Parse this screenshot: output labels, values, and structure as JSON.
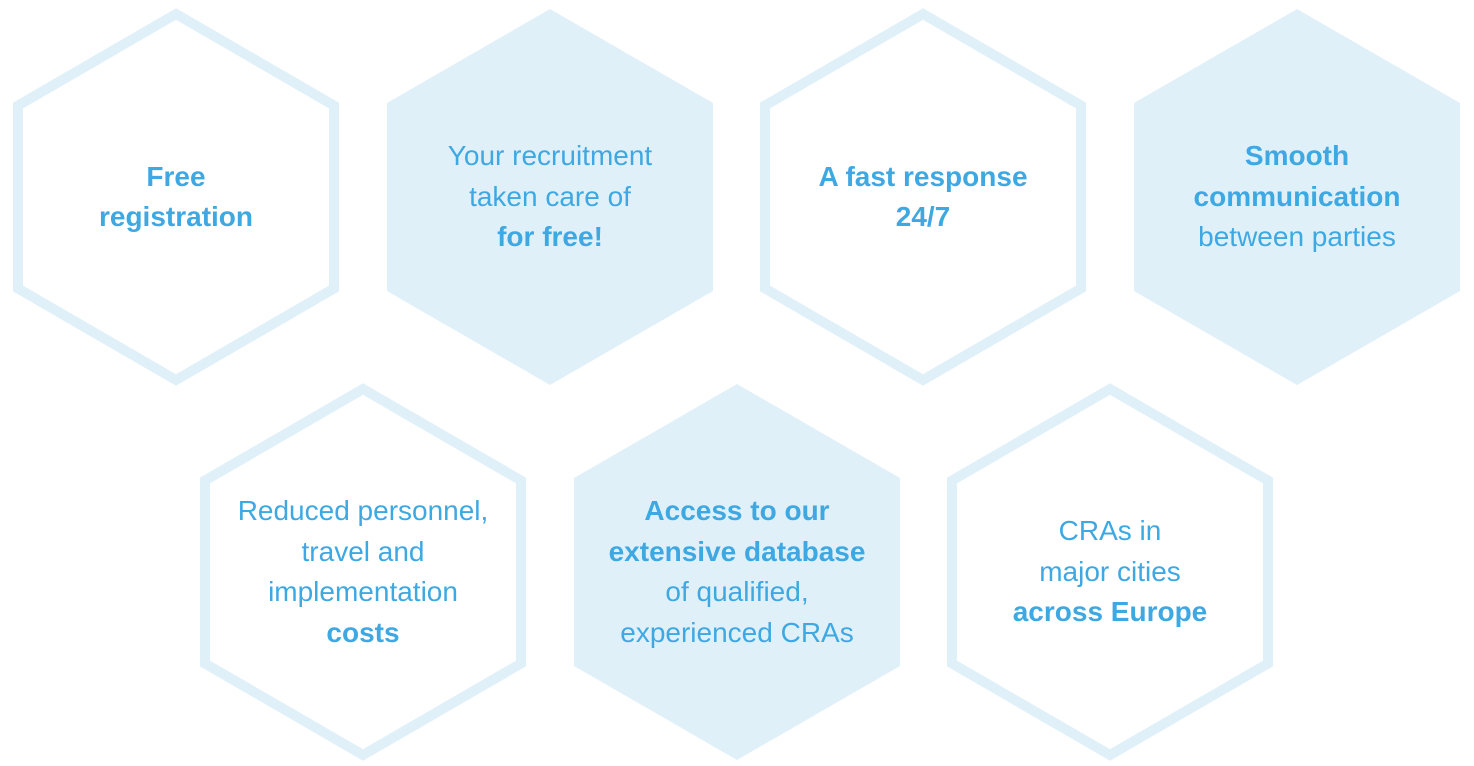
{
  "colors": {
    "hex_fill": "#e0f0f9",
    "hex_outline": "#e0f0f9",
    "text": "#3ea8e2",
    "background": "#ffffff"
  },
  "hexagons": [
    {
      "id": "free-registration",
      "style": "outline",
      "lines": [
        {
          "text": "Free",
          "bold": true
        },
        {
          "text": "registration",
          "bold": true
        }
      ]
    },
    {
      "id": "recruitment-taken-care-of",
      "style": "filled",
      "lines": [
        {
          "text": "Your recruitment",
          "bold": false
        },
        {
          "text": "taken care of",
          "bold": false
        },
        {
          "text": "for free!",
          "bold": true
        }
      ]
    },
    {
      "id": "fast-response",
      "style": "outline",
      "lines": [
        {
          "text": "A fast response",
          "bold": true
        },
        {
          "text": "24/7",
          "bold": true
        }
      ]
    },
    {
      "id": "smooth-communication",
      "style": "filled",
      "lines": [
        {
          "text": "Smooth",
          "bold": true
        },
        {
          "text": "communication",
          "bold": true
        },
        {
          "text": "between parties",
          "bold": false
        }
      ]
    },
    {
      "id": "reduced-costs",
      "style": "outline",
      "lines": [
        {
          "text": "Reduced personnel,",
          "bold": false
        },
        {
          "text": "travel and",
          "bold": false
        },
        {
          "text": "implementation",
          "bold": false
        },
        {
          "text": "costs",
          "bold": true
        }
      ]
    },
    {
      "id": "database-access",
      "style": "filled",
      "lines": [
        {
          "text": "Access to our",
          "bold": true
        },
        {
          "text": "extensive database",
          "bold": true
        },
        {
          "text": "of qualified,",
          "bold": false
        },
        {
          "text": "experienced CRAs",
          "bold": false
        }
      ]
    },
    {
      "id": "cras-across-europe",
      "style": "outline",
      "lines": [
        {
          "text": "CRAs in",
          "bold": false
        },
        {
          "text": "major cities",
          "bold": false
        },
        {
          "text": "across Europe",
          "bold": true
        }
      ]
    }
  ]
}
